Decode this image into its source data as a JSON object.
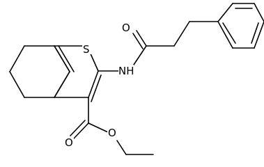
{
  "molecule": {
    "atoms": {
      "S": "S",
      "O_amide": "O",
      "NH": "NH",
      "O_ester_carbonyl": "O",
      "O_ester_ether": "O"
    }
  }
}
